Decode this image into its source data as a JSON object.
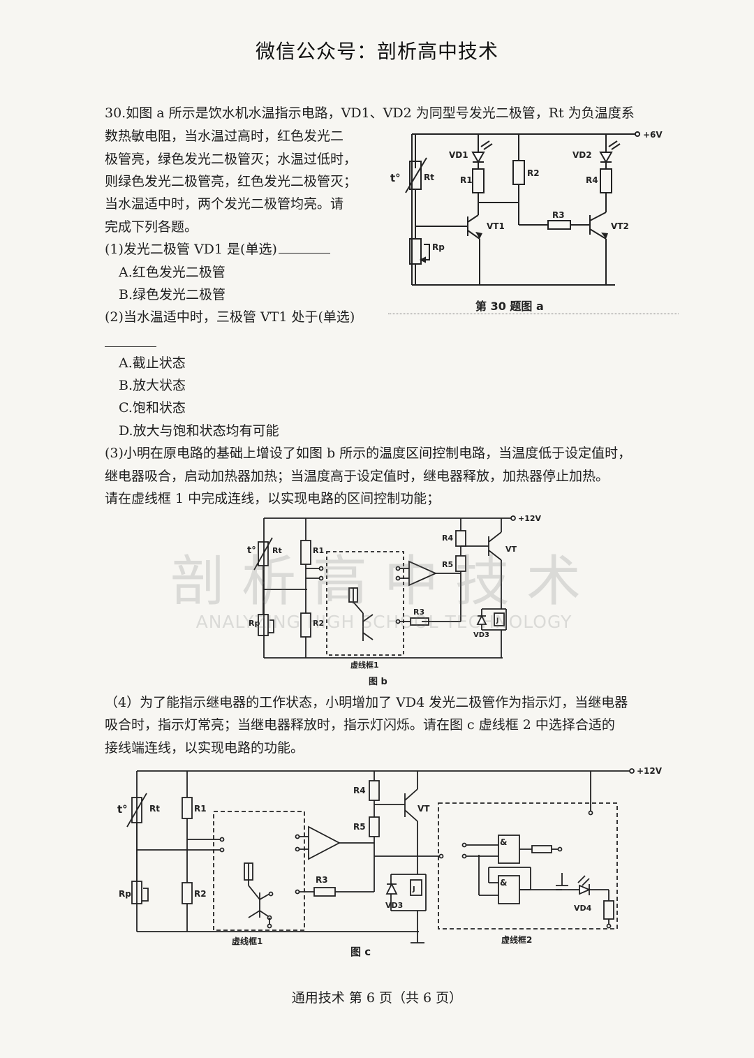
{
  "header": "微信公众号：剖析高中技术",
  "question": {
    "intro_lines": [
      "30.如图 a 所示是饮水机水温指示电路，VD1、VD2 为同型号发光二极管，Rt 为负温度系",
      "数热敏电阻，当水温过高时，红色发光二",
      "极管亮，绿色发光二极管灭；水温过低时，",
      "则绿色发光二极管亮，红色发光二极管灭；",
      "当水温适中时，两个发光二极管均亮。请",
      "完成下列各题。"
    ],
    "q1": {
      "stem": "(1)发光二极管 VD1 是(单选)",
      "options": [
        "A.红色发光二极管",
        "B.绿色发光二极管"
      ]
    },
    "q2": {
      "stem": "(2)当水温适中时，三极管 VT1 处于(单选)",
      "options": [
        "A.截止状态",
        "B.放大状态",
        "C.饱和状态",
        "D.放大与饱和状态均有可能"
      ]
    },
    "q3": {
      "lines": [
        "(3)小明在原电路的基础上增设了如图 b 所示的温度区间控制电路，当温度低于设定值时，",
        "继电器吸合，启动加热器加热；当温度高于设定值时，继电器释放，加热器停止加热。",
        "请在虚线框 1 中完成连线，以实现电路的区间控制功能；"
      ]
    },
    "q4": {
      "lines": [
        "（4）为了能指示继电器的工作状态，小明增加了 VD4 发光二极管作为指示灯，当继电器",
        "吸合时，指示灯常亮；当继电器释放时，指示灯闪烁。请在图 c 虚线框 2 中选择合适的",
        "接线端连线，以实现电路的功能。"
      ]
    }
  },
  "figure_a": {
    "caption": "第 30 题图 a",
    "labels": {
      "supply": "+6V",
      "vd1": "VD1",
      "vd2": "VD2",
      "r1": "R1",
      "r2": "R2",
      "r3": "R3",
      "r4": "R4",
      "rt": "Rt",
      "t": "t°",
      "rp": "Rp",
      "vt1": "VT1",
      "vt2": "VT2"
    }
  },
  "figure_b": {
    "caption": "图 b",
    "box_label": "虚线框1",
    "labels": {
      "supply": "+12V",
      "rt": "Rt",
      "t": "t°",
      "r1": "R1",
      "r2": "R2",
      "rp": "Rp",
      "r3": "R3",
      "r4": "R4",
      "r5": "R5",
      "vt": "VT",
      "vd3": "VD3",
      "relay": "J"
    }
  },
  "figure_c": {
    "caption": "图 c",
    "box1_label": "虚线框1",
    "box2_label": "虚线框2",
    "labels": {
      "supply": "+12V",
      "rt": "Rt",
      "t": "t°",
      "r1": "R1",
      "r2": "R2",
      "rp": "Rp",
      "r3": "R3",
      "r4": "R4",
      "r5": "R5",
      "vt": "VT",
      "vd3": "VD3",
      "vd4": "VD4",
      "relay": "J",
      "gate": "&"
    }
  },
  "watermark": {
    "cn": "剖析高中技术",
    "en": "ANALYZING HIGH SCHOOL TECHNOLOGY"
  },
  "footer": "通用技术 第 6 页（共 6 页）"
}
